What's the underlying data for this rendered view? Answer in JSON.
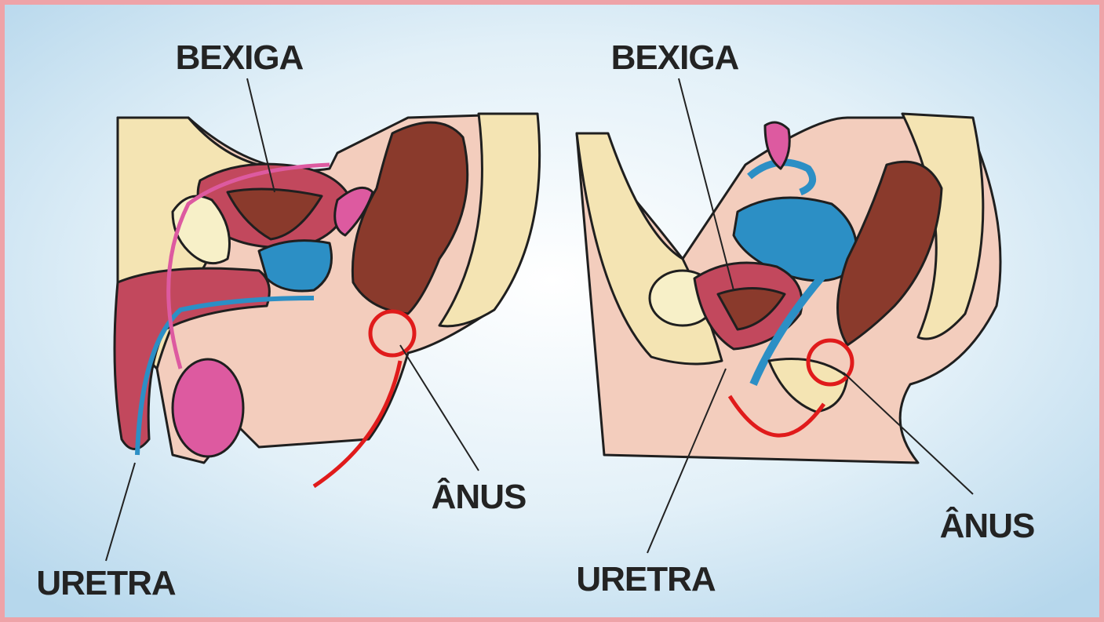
{
  "labels": {
    "male": {
      "bladder": "BEXIGA",
      "anus": "ÂNUS",
      "urethra": "URETRA"
    },
    "female": {
      "bladder": "BEXIGA",
      "anus": "ÂNUS",
      "urethra": "URETRA"
    }
  },
  "colors": {
    "frame": "#eea3a8",
    "background_center": "#ffffff",
    "background_edge": "#bcdcef",
    "skin": "#f3cdbd",
    "fat": "#f4e4b3",
    "muscle": "#c2485d",
    "rectum": "#8a3a2c",
    "bladder_blue": "#2c8fc5",
    "testis_pink": "#dd5aa0",
    "highlight_red": "#e01b1b",
    "leader_line": "#222222"
  }
}
